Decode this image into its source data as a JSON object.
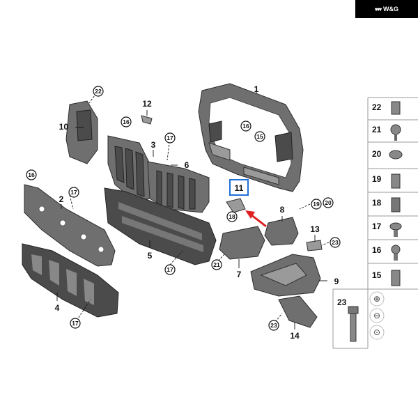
{
  "brand": {
    "mark": "W&G",
    "color": "#000000"
  },
  "callouts": {
    "c1": "1",
    "c2": "2",
    "c3": "3",
    "c4": "4",
    "c5": "5",
    "c6": "6",
    "c7": "7",
    "c8": "8",
    "c9": "9",
    "c10": "10",
    "c11": "11",
    "c12": "12",
    "c13": "13",
    "c14": "14",
    "c15": "15",
    "c16a": "16",
    "c16b": "16",
    "c16c": "16",
    "c17a": "17",
    "c17b": "17",
    "c17c": "17",
    "c17d": "17",
    "c18": "18",
    "c19": "19",
    "c20": "20",
    "c21": "21",
    "c22": "22",
    "c23a": "23",
    "c23b": "23"
  },
  "highlight_color": "#1f6fd6",
  "arrow_color": "#e02020",
  "sidebar": {
    "items": [
      "22",
      "21",
      "20",
      "19",
      "18",
      "17",
      "16",
      "15"
    ],
    "detail_label": "23"
  },
  "zoom": {
    "in": "⊕",
    "out": "⊖",
    "reset": "⊙"
  }
}
